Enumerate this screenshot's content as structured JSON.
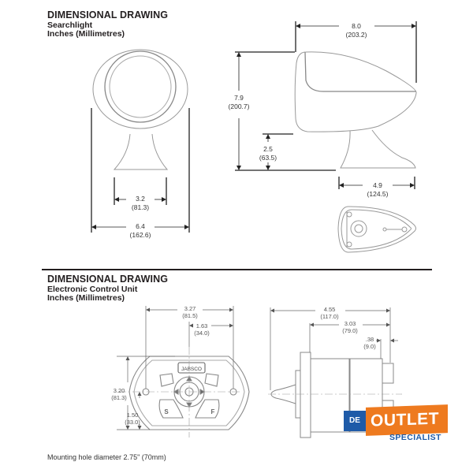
{
  "searchlight": {
    "title": "DIMENSIONAL DRAWING",
    "subtitle": "Searchlight",
    "units": "Inches (Millimetres)",
    "dimensions": {
      "base_width": {
        "in": "3.2",
        "mm": "(81.3)"
      },
      "overall_width": {
        "in": "6.4",
        "mm": "(162.6)"
      },
      "overall_length": {
        "in": "8.0",
        "mm": "(203.2)"
      },
      "overall_height": {
        "in": "7.9",
        "mm": "(200.7)"
      },
      "base_height": {
        "in": "2.5",
        "mm": "(63.5)"
      },
      "base_length": {
        "in": "4.9",
        "mm": "(124.5)"
      }
    }
  },
  "control_unit": {
    "title": "DIMENSIONAL DRAWING",
    "subtitle": "Electronic Control Unit",
    "units": "Inches (Millimetres)",
    "brand_label": "JABSCO",
    "dimensions": {
      "overall_width": {
        "in": "3.27",
        "mm": "(81.5)"
      },
      "half_width": {
        "in": "1.63",
        "mm": "(34.0)"
      },
      "overall_height": {
        "in": "3.20",
        "mm": "(81.3)"
      },
      "half_height": {
        "in": "1.50",
        "mm": "(33.0)"
      },
      "overall_depth": {
        "in": "4.55",
        "mm": "(117.0)"
      },
      "body_depth": {
        "in": "3.03",
        "mm": "(79.0)"
      },
      "connector_depth": {
        "in": ".38",
        "mm": "(9.0)"
      }
    },
    "button_labels": {
      "left": "S",
      "right": "F"
    }
  },
  "footnote": "Mounting hole diameter 2.75\" (70mm)",
  "watermark": {
    "prefix": "DE",
    "main": "OUTLET",
    "sub": "SPECIALIST",
    "colors": {
      "blue": "#1f5ba8",
      "orange": "#ee7a1f"
    }
  }
}
